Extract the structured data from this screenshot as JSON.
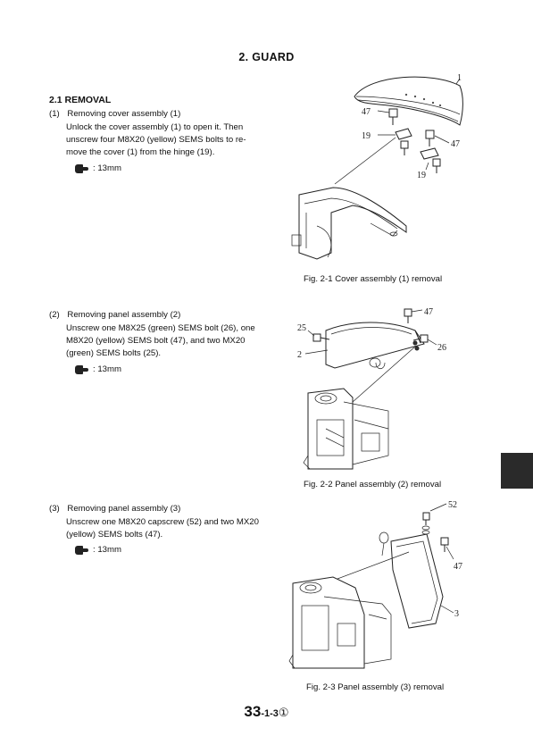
{
  "page": {
    "title": "2. GUARD",
    "section": "2.1 REMOVAL",
    "page_number": {
      "main": "33",
      "sub": "-1-3",
      "rev": "①"
    }
  },
  "steps": [
    {
      "num": "(1)",
      "heading": "Removing cover assembly (1)",
      "body": "Unlock the cover assembly (1) to open it. Then unscrew four M8X20 (yellow) SEMS bolts to re-move the cover (1) from the hinge (19).",
      "tool": ": 13mm",
      "figure_caption": "Fig. 2-1 Cover assembly (1) removal",
      "callouts": [
        "1",
        "47",
        "19",
        "47",
        "19"
      ]
    },
    {
      "num": "(2)",
      "heading": "Removing panel assembly (2)",
      "body": "Unscrew one M8X25 (green) SEMS bolt (26), one M8X20 (yellow) SEMS bolt (47), and two MX20 (green) SEMS bolts (25).",
      "tool": ": 13mm",
      "figure_caption": "Fig. 2-2 Panel assembly (2) removal",
      "callouts": [
        "47",
        "25",
        "26",
        "2"
      ]
    },
    {
      "num": "(3)",
      "heading": "Removing panel assembly (3)",
      "body": "Unscrew one M8X20 capscrew (52) and two MX20 (yellow) SEMS bolts (47).",
      "tool": ": 13mm",
      "figure_caption": "Fig. 2-3 Panel assembly (3) removal",
      "callouts": [
        "52",
        "47",
        "3"
      ]
    }
  ],
  "icons": {
    "tool": "socket-wrench-icon"
  }
}
